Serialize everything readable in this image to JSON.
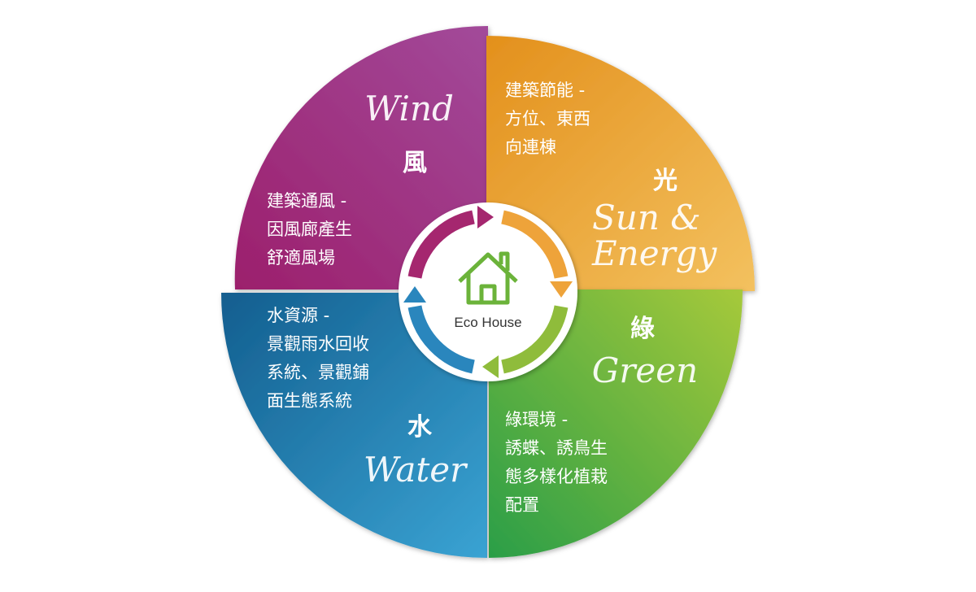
{
  "center": {
    "label": "Eco House",
    "icon": "house-icon"
  },
  "colors": {
    "wind": [
      "#9c1f6c",
      "#a24a9a"
    ],
    "sun": [
      "#e3901c",
      "#f3c15f"
    ],
    "water": [
      "#135e8f",
      "#3aa3d3"
    ],
    "green": [
      "#2a9e47",
      "#a6c93a"
    ]
  },
  "quadrants": {
    "wind": {
      "en": "Wind",
      "zh": "風",
      "lines": [
        "建築通風 -",
        "因風廊產生",
        "舒適風場"
      ]
    },
    "sun": {
      "en_lines": [
        "Sun &",
        "Energy"
      ],
      "zh": "光",
      "lines": [
        "建築節能 -",
        "方位、東西",
        "向連棟"
      ]
    },
    "green": {
      "en": "Green",
      "zh": "綠",
      "lines": [
        "綠環境 -",
        "誘蝶、誘鳥生",
        "態多樣化植栽",
        "配置"
      ]
    },
    "water": {
      "en": "Water",
      "zh": "水",
      "lines": [
        "水資源 -",
        "景觀雨水回收",
        "系統、景觀鋪",
        "面生態系統"
      ]
    }
  }
}
